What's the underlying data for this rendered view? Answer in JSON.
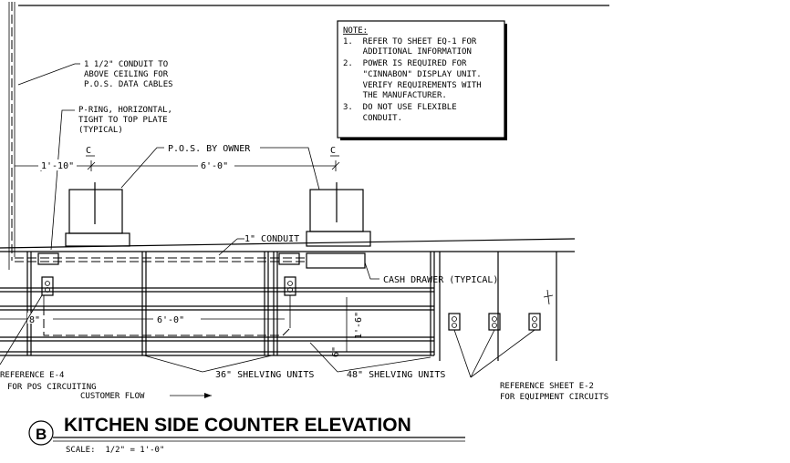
{
  "notes": {
    "heading": "NOTE:",
    "lines": [
      "1.  REFER TO SHEET EQ-1 FOR",
      "    ADDITIONAL INFORMATION",
      "2.  POWER IS REQUIRED FOR",
      "    \"CINNABON\" DISPLAY UNIT.",
      "    VERIFY REQUIREMENTS WITH",
      "    THE MANUFACTURER.",
      "3.  DO NOT USE FLEXIBLE",
      "    CONDUIT."
    ]
  },
  "callouts": {
    "conduit_data": [
      "1 1/2\" CONDUIT TO",
      "ABOVE CEILING FOR",
      "P.O.S. DATA CABLES"
    ],
    "p_ring": [
      "P-RING, HORIZONTAL,",
      "TIGHT TO TOP PLATE",
      "(TYPICAL)"
    ],
    "pos_by_owner": "P.O.S. BY OWNER",
    "conduit_1in": "1\" CONDUIT",
    "cash_drawer": "CASH DRAWER (TYPICAL)",
    "shelving_36": "36\" SHELVING UNITS",
    "shelving_48": "48\" SHELVING UNITS",
    "ref_e4": [
      "REFERENCE E-4",
      "FOR POS CIRCUITING"
    ],
    "ref_e2": [
      "REFERENCE SHEET E-2",
      "FOR EQUIPMENT CIRCUITS"
    ],
    "customer_flow": "CUSTOMER FLOW"
  },
  "dimensions": {
    "d1": "1'-10\"",
    "d2": "6'-0\"",
    "d3": "6'-0\"",
    "d4": "8\"",
    "d5": "1'-6\"",
    "d6": "6\""
  },
  "centerline_symbol": "C",
  "title_block": {
    "badge": "B",
    "title": "KITCHEN SIDE COUNTER ELEVATION",
    "scale": "SCALE:  1/2\" = 1'-0\""
  }
}
